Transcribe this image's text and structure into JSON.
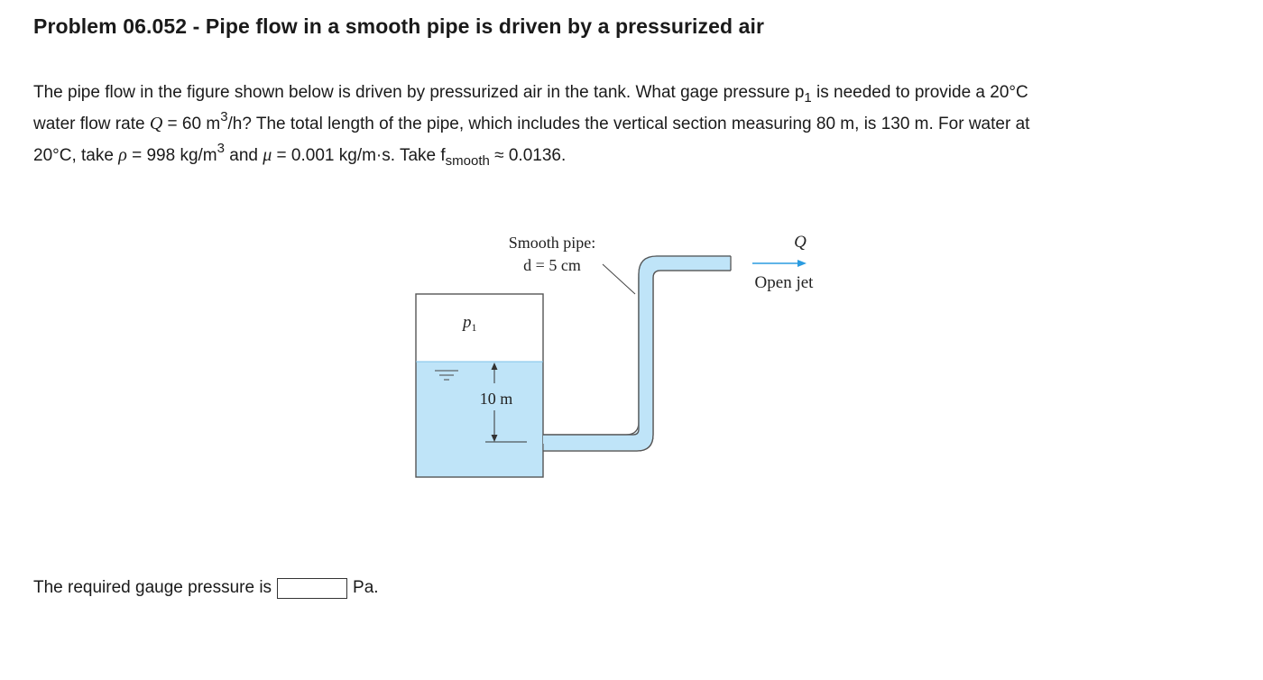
{
  "title": "Problem 06.052 - Pipe flow in a smooth pipe is driven by a pressurized air",
  "problem": {
    "line1_text": "The pipe flow in the figure shown below is driven by pressurized air in the tank. What gage pressure p",
    "line1_sub": "1",
    "line1_tail": " is needed to provide a 20°C",
    "line2_a": "water flow rate ",
    "line2_Q": "Q",
    "line2_b": " = 60 m",
    "line2_sup": "3",
    "line2_c": "/h? The total length of the pipe, which includes the vertical section measuring 80 m, is 130 m. For water at",
    "line3_a": "20°C, take ",
    "line3_rho": "ρ",
    "line3_b": " = 998 kg/m",
    "line3_sup": "3",
    "line3_c": " and ",
    "line3_mu": "μ",
    "line3_d": " = 0.001 kg/m·s. Take f",
    "line3_sub": "smooth",
    "line3_e": " ≈ 0.0136."
  },
  "figure": {
    "pipe_label_1": "Smooth pipe:",
    "pipe_label_2": "d = 5 cm",
    "pressure_label": "p",
    "pressure_sub": "1",
    "depth_label": "10 m",
    "flow_label": "Q",
    "jet_label": "Open jet",
    "colors": {
      "water": "#bfe4f8",
      "outline": "#555555",
      "arrow": "#2a9be0"
    }
  },
  "answer": {
    "prefix": "The required gauge pressure is",
    "value": "",
    "unit": "Pa."
  }
}
